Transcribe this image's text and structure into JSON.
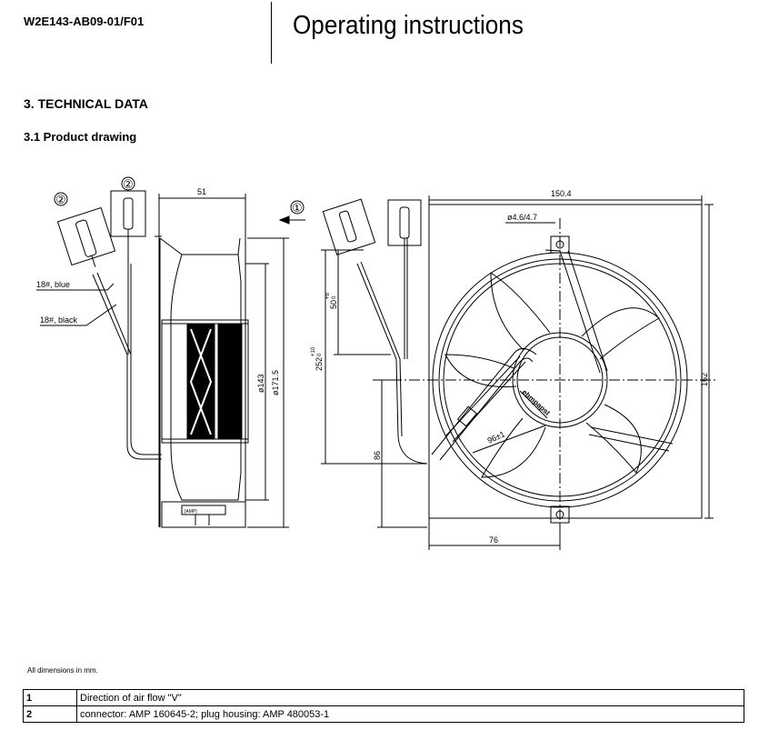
{
  "header": {
    "product_code": "W2E143-AB09-01/F01",
    "title": "Operating instructions"
  },
  "section": {
    "title": "3. TECHNICAL DATA"
  },
  "subsection": {
    "title": "3.1 Product drawing"
  },
  "drawing": {
    "dimensions": {
      "depth": "51",
      "width": "150.4",
      "height": "162",
      "hole": "ø4.6/4.7",
      "inner_diameter": "ø143",
      "outer_diameter": "ø171.5",
      "cable_len": "252",
      "cable_tol": "+10",
      "cable_tol2": "0",
      "strip_len": "50",
      "strip_tol": "+8",
      "strip_tol2": "0",
      "height_86": "86",
      "width_76": "76",
      "hub_dia": "96±1"
    },
    "callouts": {
      "airflow": "①",
      "connector": "②"
    },
    "wires": {
      "blue": "18#, blue",
      "black": "18#, black"
    },
    "label_text": "ebmpapst",
    "connector_text": "[AMP]"
  },
  "note": "All dimensions in mm.",
  "legend": [
    {
      "num": "1",
      "text": "Direction of air flow \"V\""
    },
    {
      "num": "2",
      "text": "connector: AMP 160645-2; plug housing: AMP 480053-1"
    }
  ]
}
